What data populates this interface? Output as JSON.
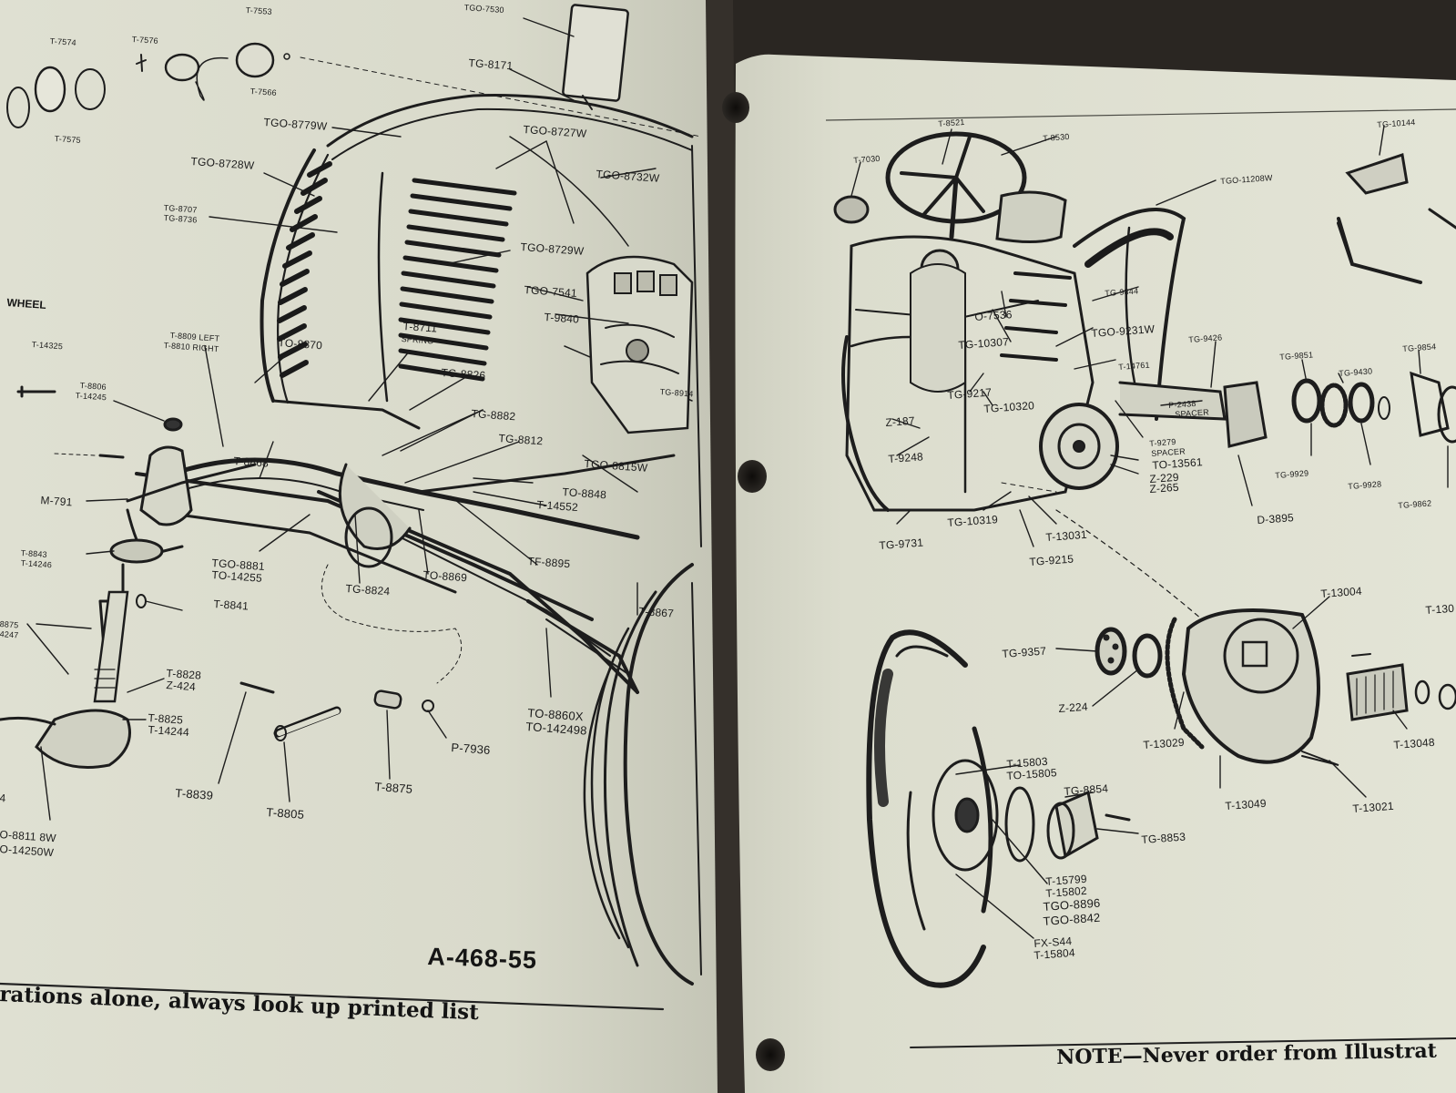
{
  "left_page": {
    "figure_number": "A-468-55",
    "footer_note": "rations alone, always look up printed list",
    "section_label": "WHEEL",
    "part_labels": [
      "T-7553",
      "TGO-7530",
      "T-7574",
      "T-7576",
      "T-7566",
      "T-7575",
      "TG-8171",
      "TGO-8779W",
      "TGO-8727W",
      "TGO-8732W",
      "TGO-8728W",
      "TG-8707",
      "TG-8736",
      "TGO-8729W",
      "TGO-7541",
      "T-9840",
      "T-8711",
      "SPRING",
      "T-14325",
      "T-8809 LEFT",
      "T-8810 RIGHT",
      "TO-8870",
      "TG-8826",
      "TG-8914",
      "T-8806",
      "T-14245",
      "TG-8882",
      "TG-8812",
      "TGO-8815W",
      "T-8868",
      "TO-8848",
      "T-14552",
      "M-791",
      "TF-8895",
      "T-8843",
      "T-14246",
      "TGO-8881",
      "TO-14255",
      "TG-8824",
      "TO-8869",
      "T-8867",
      "T-8841",
      "8875",
      "4247",
      "T-8828",
      "Z-424",
      "T-8825",
      "T-14244",
      "T-8839",
      "T-8805",
      "T-8875",
      "P-7936",
      "TO-8860X",
      "TO-142498",
      "4",
      "O-8811 8W",
      "O-14250W"
    ]
  },
  "right_page": {
    "footer_note": "NOTE—Never order from Illustrat",
    "part_labels": [
      "T-8521",
      "T-8530",
      "T-7030",
      "TGO-11208W",
      "TG-10144",
      "TG-9844",
      "O-7536",
      "TGO-9231W",
      "TG-10307",
      "T-14761",
      "TG-9426",
      "TG-9851",
      "TG-9854",
      "TG-9430",
      "TG-9217",
      "TG-10320",
      "P-2438",
      "SPACER",
      "Z-187",
      "T-9279",
      "SPACER",
      "TO-13561",
      "T-9248",
      "Z-229",
      "Z-265",
      "TG-9929",
      "TG-9928",
      "TG-9862",
      "D-3895",
      "TG-10319",
      "TG-9731",
      "T-13031",
      "TG-9215",
      "T-13004",
      "T-130",
      "TG-9357",
      "Z-224",
      "T-13029",
      "T-13048",
      "T-15803",
      "TO-15805",
      "TG-8854",
      "T-13049",
      "T-13021",
      "TG-8853",
      "T-15799",
      "T-15802",
      "TGO-8896",
      "TGO-8842",
      "FX-S44",
      "T-15804"
    ]
  }
}
